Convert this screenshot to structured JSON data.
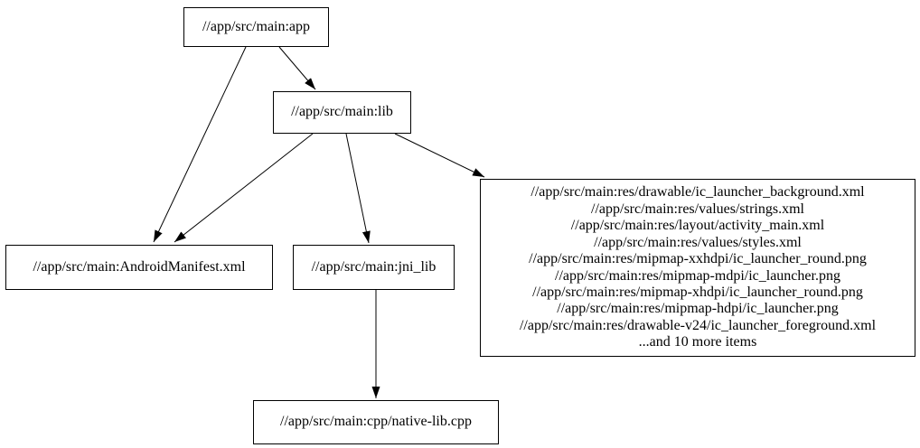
{
  "diagram": {
    "type": "dependency-graph",
    "colors": {
      "background": "#ffffff",
      "node_border": "#000000",
      "text": "#000000",
      "edge": "#000000"
    },
    "nodes": {
      "app": {
        "label": "//app/src/main:app"
      },
      "lib": {
        "label": "//app/src/main:lib"
      },
      "android_manifest": {
        "label": "//app/src/main:AndroidManifest.xml"
      },
      "jni_lib": {
        "label": "//app/src/main:jni_lib"
      },
      "native_lib_cpp": {
        "label": "//app/src/main:cpp/native-lib.cpp"
      },
      "res_group": {
        "lines": [
          "//app/src/main:res/drawable/ic_launcher_background.xml",
          "//app/src/main:res/values/strings.xml",
          "//app/src/main:res/layout/activity_main.xml",
          "//app/src/main:res/values/styles.xml",
          "//app/src/main:res/mipmap-xxhdpi/ic_launcher_round.png",
          "//app/src/main:res/mipmap-mdpi/ic_launcher.png",
          "//app/src/main:res/mipmap-xhdpi/ic_launcher_round.png",
          "//app/src/main:res/mipmap-hdpi/ic_launcher.png",
          "//app/src/main:res/drawable-v24/ic_launcher_foreground.xml",
          "...and 10 more items"
        ]
      }
    },
    "edges": [
      {
        "from": "//app/src/main:app",
        "to": "//app/src/main:lib"
      },
      {
        "from": "//app/src/main:app",
        "to": "//app/src/main:AndroidManifest.xml"
      },
      {
        "from": "//app/src/main:lib",
        "to": "//app/src/main:AndroidManifest.xml"
      },
      {
        "from": "//app/src/main:lib",
        "to": "//app/src/main:jni_lib"
      },
      {
        "from": "//app/src/main:lib",
        "to": "res_group"
      },
      {
        "from": "//app/src/main:jni_lib",
        "to": "//app/src/main:cpp/native-lib.cpp"
      }
    ]
  }
}
